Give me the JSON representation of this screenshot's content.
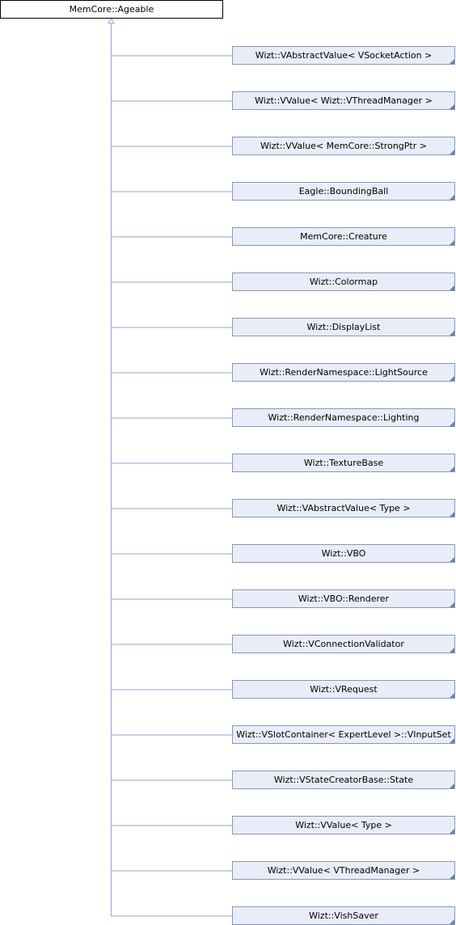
{
  "root": {
    "label": "MemCore::Ageable"
  },
  "colors": {
    "root_border": "#000000",
    "node_fill": "#e9edf7",
    "node_border": "#8797bb",
    "connector": "#8da6d3",
    "corner_mark": "#6d7fa7"
  },
  "derived": [
    {
      "label": "Wizt::VAbstractValue< VSocketAction >"
    },
    {
      "label": "Wizt::VValue< Wizt::VThreadManager >"
    },
    {
      "label": "Wizt::VValue< MemCore::StrongPtr >"
    },
    {
      "label": "Eagle::BoundingBall"
    },
    {
      "label": "MemCore::Creature"
    },
    {
      "label": "Wizt::Colormap"
    },
    {
      "label": "Wizt::DisplayList"
    },
    {
      "label": "Wizt::RenderNamespace::LightSource"
    },
    {
      "label": "Wizt::RenderNamespace::Lighting"
    },
    {
      "label": "Wizt::TextureBase"
    },
    {
      "label": "Wizt::VAbstractValue< Type >"
    },
    {
      "label": "Wizt::VBO"
    },
    {
      "label": "Wizt::VBO::Renderer"
    },
    {
      "label": "Wizt::VConnectionValidator"
    },
    {
      "label": "Wizt::VRequest"
    },
    {
      "label": "Wizt::VSlotContainer< ExpertLevel >::VInputSet"
    },
    {
      "label": "Wizt::VStateCreatorBase::State"
    },
    {
      "label": "Wizt::VValue< Type >"
    },
    {
      "label": "Wizt::VValue< VThreadManager >"
    },
    {
      "label": "Wizt::VishSaver"
    }
  ]
}
